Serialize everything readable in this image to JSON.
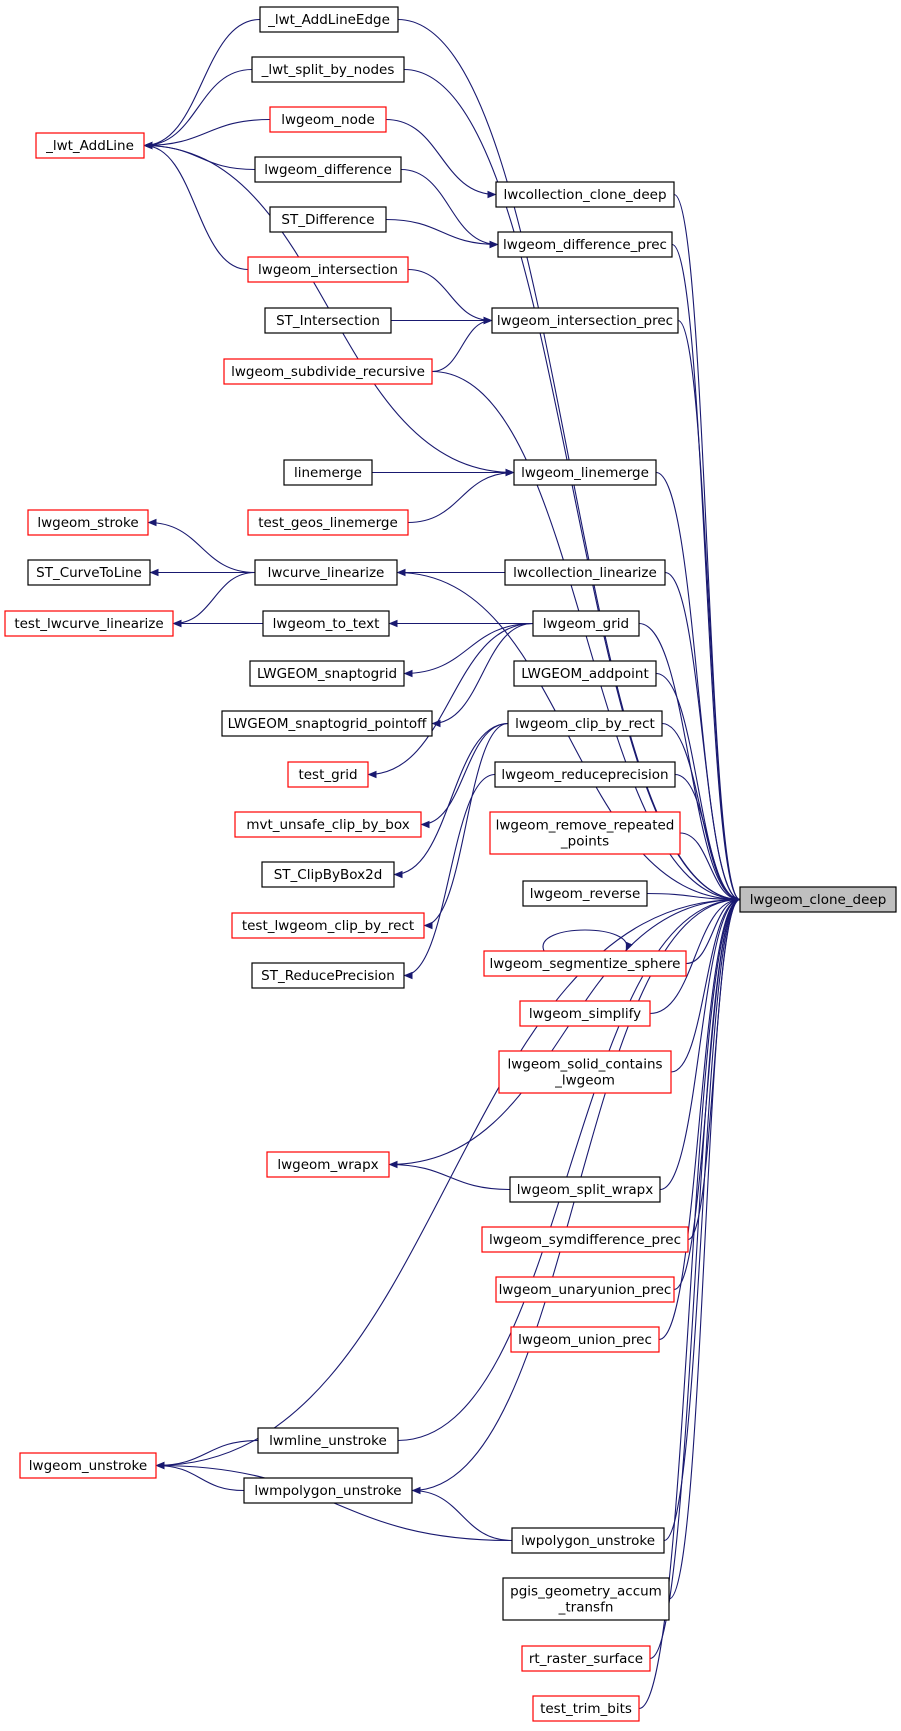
{
  "graph": {
    "colors": {
      "edge": "#191970",
      "node_fill": "#ffffff",
      "focus_fill": "#bfbfbf",
      "border_default": "#000000",
      "border_truncated": "#ff0000"
    },
    "focus_node": "clone",
    "nodes": [
      {
        "id": "clone",
        "lines": [
          "lwgeom_clone_deep"
        ],
        "style": "focus"
      },
      {
        "id": "addline",
        "lines": [
          "_lwt_AddLine"
        ],
        "style": "truncated"
      },
      {
        "id": "addedge",
        "lines": [
          "_lwt_AddLineEdge"
        ],
        "style": "default"
      },
      {
        "id": "splitn",
        "lines": [
          "_lwt_split_by_nodes"
        ],
        "style": "default"
      },
      {
        "id": "node",
        "lines": [
          "lwgeom_node"
        ],
        "style": "truncated"
      },
      {
        "id": "diff",
        "lines": [
          "lwgeom_difference"
        ],
        "style": "default"
      },
      {
        "id": "stdiff",
        "lines": [
          "ST_Difference"
        ],
        "style": "default"
      },
      {
        "id": "inter",
        "lines": [
          "lwgeom_intersection"
        ],
        "style": "truncated"
      },
      {
        "id": "stinter",
        "lines": [
          "ST_Intersection"
        ],
        "style": "default"
      },
      {
        "id": "subdiv",
        "lines": [
          "lwgeom_subdivide_recursive"
        ],
        "style": "truncated"
      },
      {
        "id": "collclone",
        "lines": [
          "lwcollection_clone_deep"
        ],
        "style": "default"
      },
      {
        "id": "diffprec",
        "lines": [
          "lwgeom_difference_prec"
        ],
        "style": "default"
      },
      {
        "id": "interprec",
        "lines": [
          "lwgeom_intersection_prec"
        ],
        "style": "default"
      },
      {
        "id": "linemerge",
        "lines": [
          "linemerge"
        ],
        "style": "default"
      },
      {
        "id": "testlm",
        "lines": [
          "test_geos_linemerge"
        ],
        "style": "truncated"
      },
      {
        "id": "lglm",
        "lines": [
          "lwgeom_linemerge"
        ],
        "style": "default"
      },
      {
        "id": "stroke",
        "lines": [
          "lwgeom_stroke"
        ],
        "style": "truncated"
      },
      {
        "id": "c2l",
        "lines": [
          "ST_CurveToLine"
        ],
        "style": "default"
      },
      {
        "id": "testlin",
        "lines": [
          "test_lwcurve_linearize"
        ],
        "style": "truncated"
      },
      {
        "id": "curvelin",
        "lines": [
          "lwcurve_linearize"
        ],
        "style": "default"
      },
      {
        "id": "colllin",
        "lines": [
          "lwcollection_linearize"
        ],
        "style": "default"
      },
      {
        "id": "totext",
        "lines": [
          "lwgeom_to_text"
        ],
        "style": "default"
      },
      {
        "id": "snap",
        "lines": [
          "LWGEOM_snaptogrid"
        ],
        "style": "default"
      },
      {
        "id": "snappo",
        "lines": [
          "LWGEOM_snaptogrid_pointoff"
        ],
        "style": "default"
      },
      {
        "id": "testgrid",
        "lines": [
          "test_grid"
        ],
        "style": "truncated"
      },
      {
        "id": "grid",
        "lines": [
          "lwgeom_grid"
        ],
        "style": "default"
      },
      {
        "id": "addpoint",
        "lines": [
          "LWGEOM_addpoint"
        ],
        "style": "default"
      },
      {
        "id": "mvt",
        "lines": [
          "mvt_unsafe_clip_by_box"
        ],
        "style": "truncated"
      },
      {
        "id": "clipbox",
        "lines": [
          "ST_ClipByBox2d"
        ],
        "style": "default"
      },
      {
        "id": "testclip",
        "lines": [
          "test_lwgeom_clip_by_rect"
        ],
        "style": "truncated"
      },
      {
        "id": "streduce",
        "lines": [
          "ST_ReducePrecision"
        ],
        "style": "default"
      },
      {
        "id": "cliprect",
        "lines": [
          "lwgeom_clip_by_rect"
        ],
        "style": "default"
      },
      {
        "id": "reduce",
        "lines": [
          "lwgeom_reduceprecision"
        ],
        "style": "default"
      },
      {
        "id": "remrep",
        "lines": [
          "lwgeom_remove_repeated",
          "_points"
        ],
        "style": "truncated"
      },
      {
        "id": "reverse",
        "lines": [
          "lwgeom_reverse"
        ],
        "style": "default"
      },
      {
        "id": "segsph",
        "lines": [
          "lwgeom_segmentize_sphere"
        ],
        "style": "truncated"
      },
      {
        "id": "simplify",
        "lines": [
          "lwgeom_simplify"
        ],
        "style": "truncated"
      },
      {
        "id": "solid",
        "lines": [
          "lwgeom_solid_contains",
          "_lwgeom"
        ],
        "style": "truncated"
      },
      {
        "id": "wrapx",
        "lines": [
          "lwgeom_wrapx"
        ],
        "style": "truncated"
      },
      {
        "id": "splitwrap",
        "lines": [
          "lwgeom_split_wrapx"
        ],
        "style": "default"
      },
      {
        "id": "symdiff",
        "lines": [
          "lwgeom_symdifference_prec"
        ],
        "style": "truncated"
      },
      {
        "id": "unary",
        "lines": [
          "lwgeom_unaryunion_prec"
        ],
        "style": "truncated"
      },
      {
        "id": "union",
        "lines": [
          "lwgeom_union_prec"
        ],
        "style": "truncated"
      },
      {
        "id": "unstroke",
        "lines": [
          "lwgeom_unstroke"
        ],
        "style": "truncated"
      },
      {
        "id": "mlineun",
        "lines": [
          "lwmline_unstroke"
        ],
        "style": "default"
      },
      {
        "id": "mpolyun",
        "lines": [
          "lwmpolygon_unstroke"
        ],
        "style": "default"
      },
      {
        "id": "polyun",
        "lines": [
          "lwpolygon_unstroke"
        ],
        "style": "default"
      },
      {
        "id": "pgis",
        "lines": [
          "pgis_geometry_accum",
          "_transfn"
        ],
        "style": "default"
      },
      {
        "id": "raster",
        "lines": [
          "rt_raster_surface"
        ],
        "style": "truncated"
      },
      {
        "id": "trim",
        "lines": [
          "test_trim_bits"
        ],
        "style": "truncated"
      }
    ],
    "edges": [
      [
        "addedge",
        "addline"
      ],
      [
        "splitn",
        "addline"
      ],
      [
        "node",
        "addline"
      ],
      [
        "diff",
        "addline"
      ],
      [
        "inter",
        "addline"
      ],
      [
        "lglm",
        "addline"
      ],
      [
        "node",
        "collclone"
      ],
      [
        "collclone",
        "clone"
      ],
      [
        "diff",
        "diffprec"
      ],
      [
        "stdiff",
        "diffprec"
      ],
      [
        "inter",
        "interprec"
      ],
      [
        "stinter",
        "interprec"
      ],
      [
        "subdiv",
        "interprec"
      ],
      [
        "linemerge",
        "lglm"
      ],
      [
        "testlm",
        "lglm"
      ],
      [
        "curvelin",
        "stroke"
      ],
      [
        "curvelin",
        "c2l"
      ],
      [
        "curvelin",
        "testlin"
      ],
      [
        "colllin",
        "curvelin"
      ],
      [
        "totext",
        "testlin"
      ],
      [
        "grid",
        "totext"
      ],
      [
        "grid",
        "snap"
      ],
      [
        "grid",
        "snappo"
      ],
      [
        "grid",
        "testgrid"
      ],
      [
        "cliprect",
        "mvt"
      ],
      [
        "cliprect",
        "clipbox"
      ],
      [
        "cliprect",
        "testclip"
      ],
      [
        "reduce",
        "streduce"
      ],
      [
        "splitwrap",
        "wrapx"
      ],
      [
        "mlineun",
        "unstroke"
      ],
      [
        "mpolyun",
        "unstroke"
      ],
      [
        "polyun",
        "unstroke"
      ],
      [
        "polyun",
        "mpolyun"
      ],
      [
        "segsph",
        "segsph"
      ],
      [
        "addedge",
        "clone"
      ],
      [
        "splitn",
        "clone"
      ],
      [
        "diffprec",
        "clone"
      ],
      [
        "interprec",
        "clone"
      ],
      [
        "subdiv",
        "clone"
      ],
      [
        "lglm",
        "clone"
      ],
      [
        "curvelin",
        "clone"
      ],
      [
        "colllin",
        "clone"
      ],
      [
        "grid",
        "clone"
      ],
      [
        "addpoint",
        "clone"
      ],
      [
        "cliprect",
        "clone"
      ],
      [
        "reduce",
        "clone"
      ],
      [
        "remrep",
        "clone"
      ],
      [
        "reverse",
        "clone"
      ],
      [
        "segsph",
        "clone"
      ],
      [
        "simplify",
        "clone"
      ],
      [
        "solid",
        "clone"
      ],
      [
        "wrapx",
        "clone"
      ],
      [
        "splitwrap",
        "clone"
      ],
      [
        "symdiff",
        "clone"
      ],
      [
        "unary",
        "clone"
      ],
      [
        "union",
        "clone"
      ],
      [
        "unstroke",
        "clone"
      ],
      [
        "mlineun",
        "clone"
      ],
      [
        "mpolyun",
        "clone"
      ],
      [
        "polyun",
        "clone"
      ],
      [
        "pgis",
        "clone"
      ],
      [
        "raster",
        "clone"
      ],
      [
        "trim",
        "clone"
      ]
    ]
  }
}
